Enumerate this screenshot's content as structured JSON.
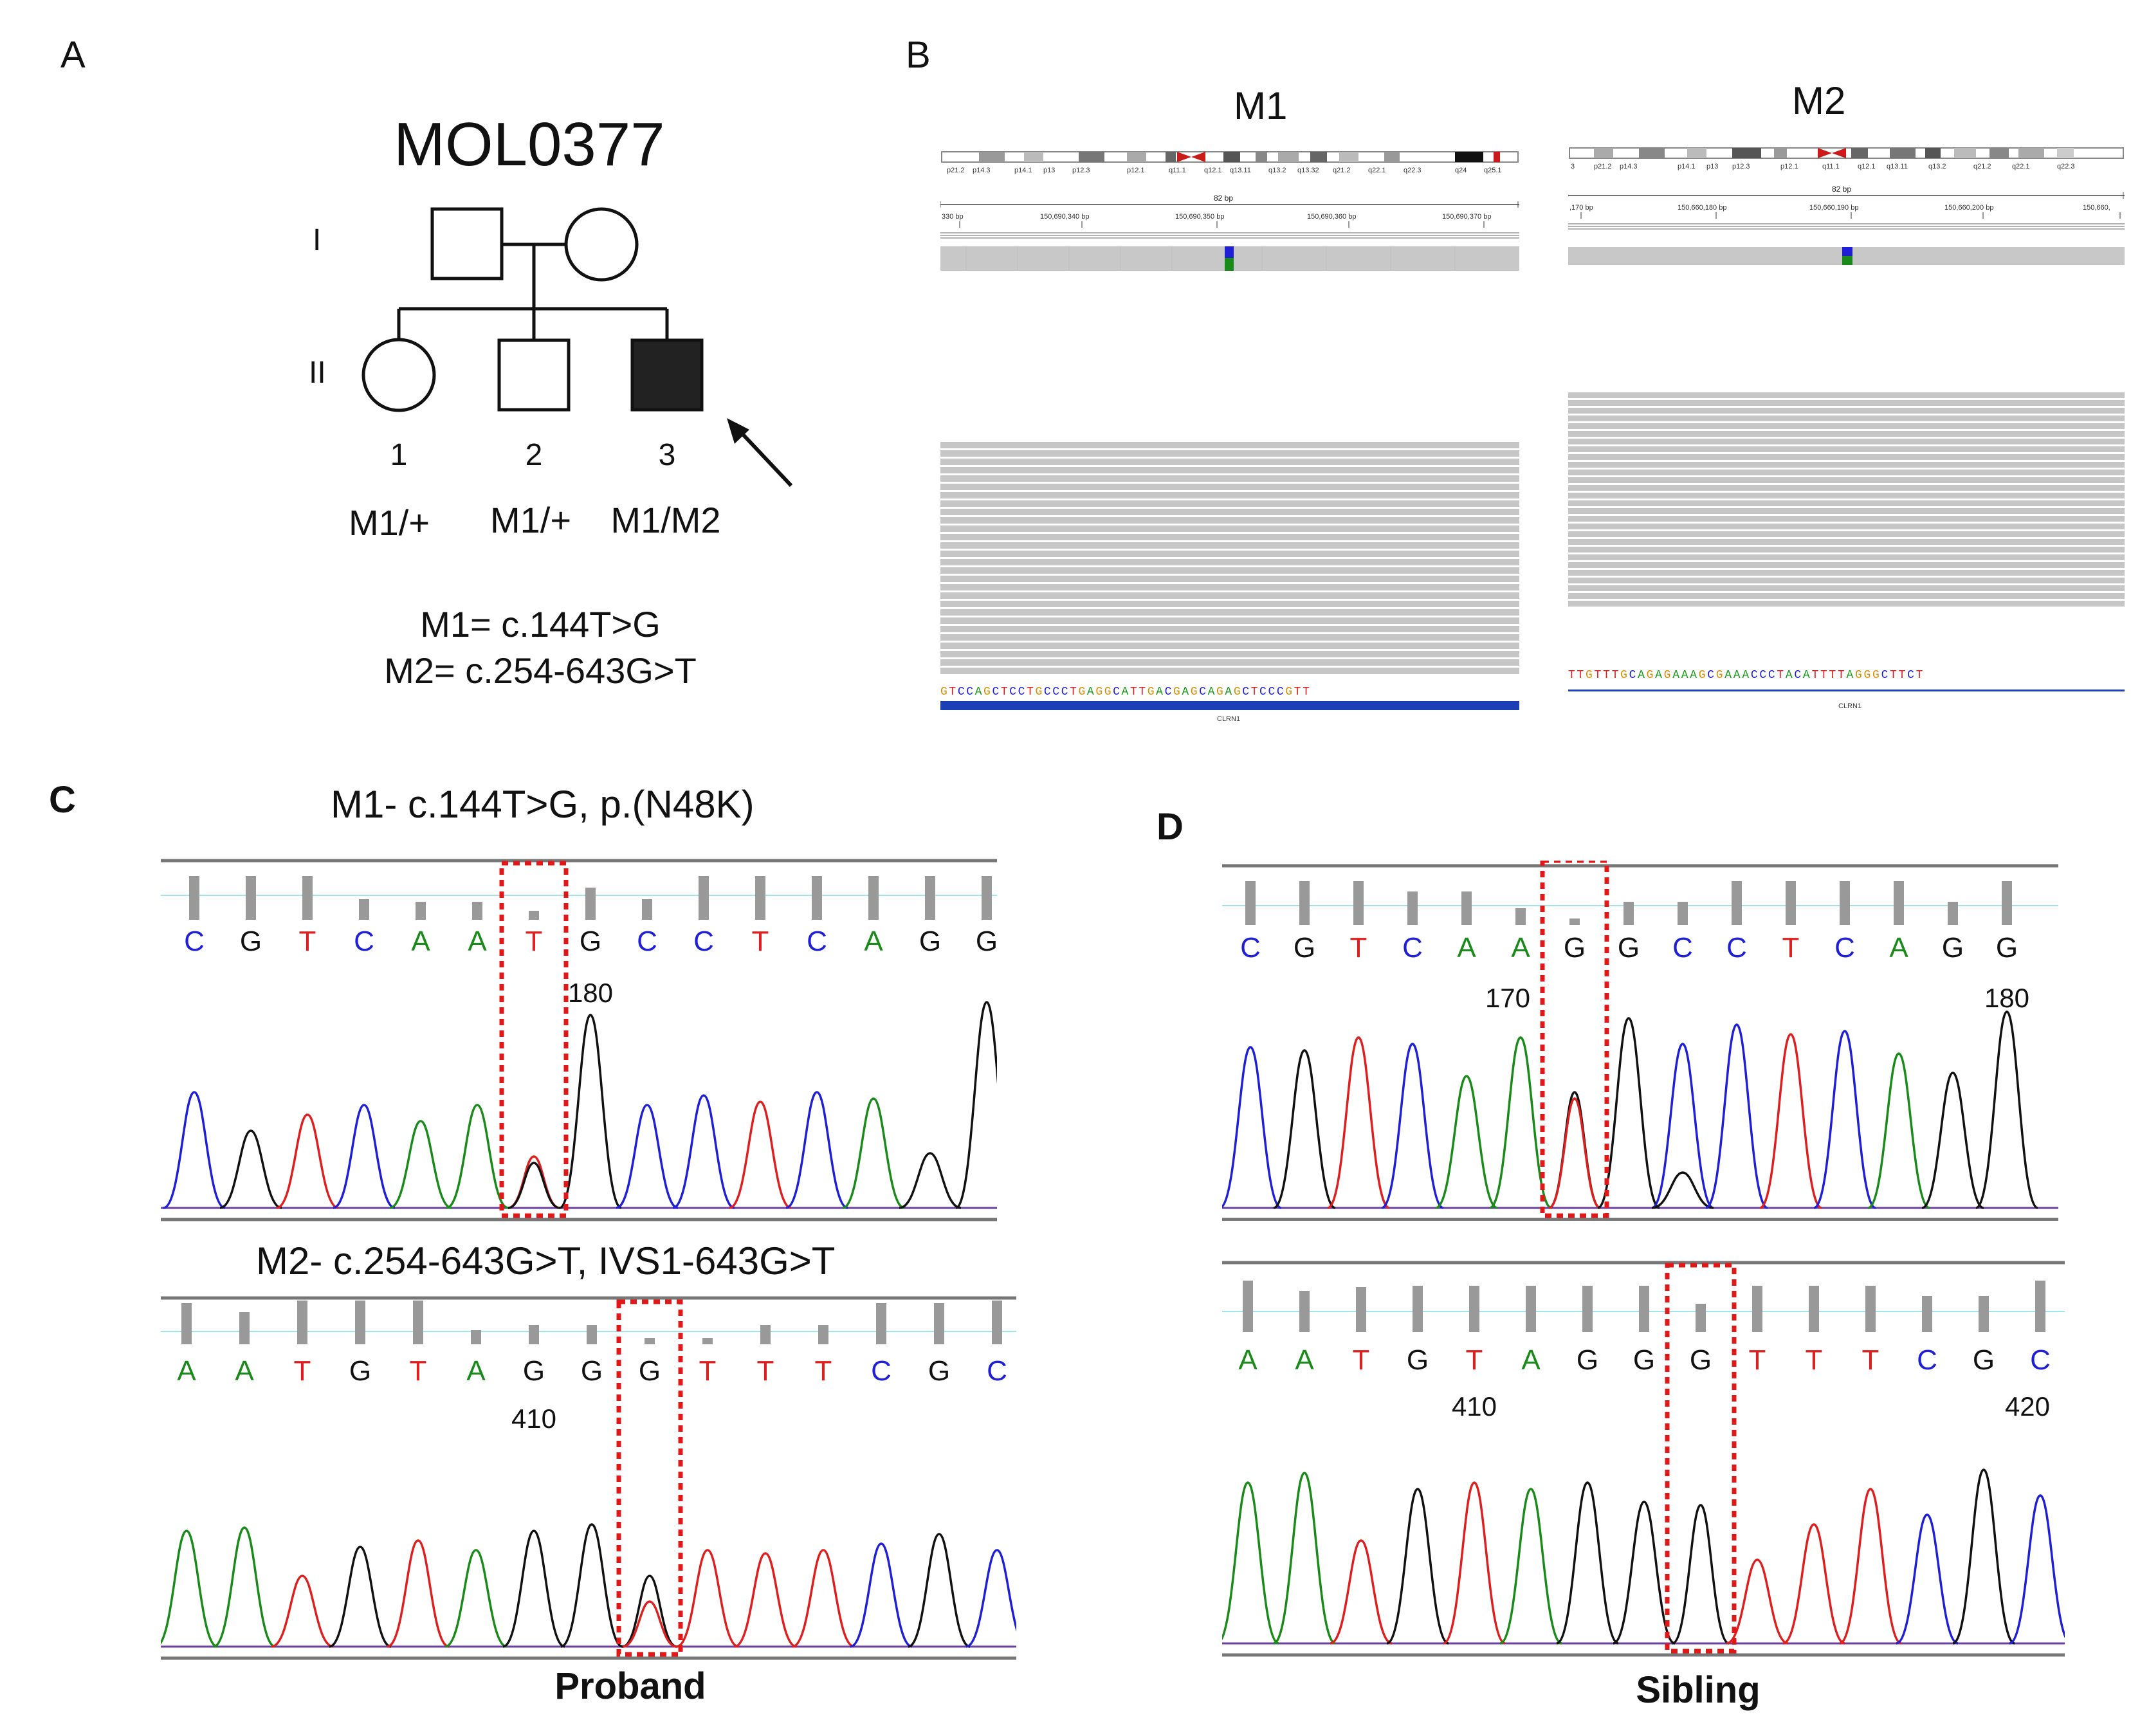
{
  "panels": {
    "a": "A",
    "b": "B",
    "c": "C",
    "d": "D"
  },
  "pedigree": {
    "family_id": "MOL0377",
    "gen_labels": [
      "I",
      "II"
    ],
    "children": [
      {
        "number": "1",
        "genotype": "M1/+",
        "sex": "female",
        "affected": false
      },
      {
        "number": "2",
        "genotype": "M1/+",
        "sex": "male",
        "affected": false
      },
      {
        "number": "3",
        "genotype": "M1/M2",
        "sex": "male",
        "affected": true
      }
    ],
    "legend": [
      "M1= c.144T>G",
      "M2= c.254-643G>T"
    ]
  },
  "igv": {
    "m1": {
      "label": "M1",
      "bands": [
        "p21.2",
        "p14.3",
        "p14.1",
        "p13",
        "p12.3",
        "p12.1",
        "q11.1",
        "q12.1",
        "q13.11",
        "q13.2",
        "q13.32",
        "q21.2",
        "q22.1",
        "q22.3",
        "q24",
        "q25.1"
      ],
      "span": "82 bp",
      "ruler": [
        "330 bp",
        "150,690,340 bp",
        "150,690,350 bp",
        "150,690,360 bp",
        "150,690,370 bp"
      ],
      "sequence": "GTCCAGCTCCTGCCCTGAGGCATTGACGAGCAGAGCTCCCGTT",
      "gene": "CLRN1"
    },
    "m2": {
      "label": "M2",
      "bands": [
        "3",
        "p21.2",
        "p14.3",
        "p14.1",
        "p13",
        "p12.3",
        "p12.1",
        "q11.1",
        "q12.1",
        "q13.11",
        "q13.2",
        "q21.2",
        "q22.1",
        "q22.3"
      ],
      "span": "82 bp",
      "ruler": [
        ",170 bp",
        "150,660,180 bp",
        "150,660,190 bp",
        "150,660,200 bp",
        "150,660,"
      ],
      "sequence": "TTGTTTGCAGAGAAAGCGAAACCCTACATTTTAGGGCTTCT",
      "gene": "CLRN1"
    }
  },
  "traces": {
    "c": {
      "title_m1": "M1- c.144T>G, p.(N48K)",
      "title_m2": "M2- c.254-643G>T, IVS1-643G>T",
      "caption": "Proband",
      "upper": {
        "bases": [
          "C",
          "G",
          "T",
          "C",
          "A",
          "A",
          "T",
          "G",
          "C",
          "C",
          "T",
          "C",
          "A",
          "G",
          "G"
        ],
        "position_label": "180",
        "highlight_index": 6
      },
      "lower": {
        "bases": [
          "A",
          "A",
          "T",
          "G",
          "T",
          "A",
          "G",
          "G",
          "G",
          "T",
          "T",
          "T",
          "C",
          "G",
          "C"
        ],
        "position_label": "410",
        "highlight_index": 8
      }
    },
    "d": {
      "caption": "Sibling",
      "upper": {
        "bases": [
          "C",
          "G",
          "T",
          "C",
          "A",
          "A",
          "G",
          "G",
          "C",
          "C",
          "T",
          "C",
          "A",
          "G",
          "G"
        ],
        "position_labels": [
          "170",
          "180"
        ],
        "highlight_index": 6
      },
      "lower": {
        "bases": [
          "A",
          "A",
          "T",
          "G",
          "T",
          "A",
          "G",
          "G",
          "G",
          "T",
          "T",
          "T",
          "C",
          "G",
          "C"
        ],
        "position_labels": [
          "410",
          "420"
        ],
        "highlight_index": 8
      }
    }
  },
  "base_colors": {
    "A": "#1a8a1a",
    "C": "#1f1fd6",
    "G": "#111111",
    "T": "#dd1f1f"
  }
}
